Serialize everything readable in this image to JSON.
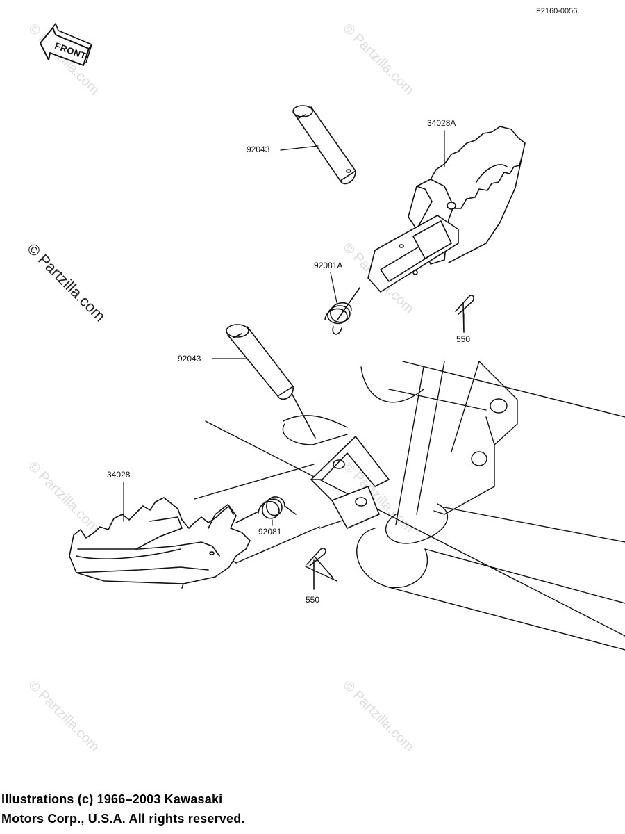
{
  "diagram_ref": "F2160-0056",
  "front_label": "FRONT",
  "watermark": "© Partzilla.com",
  "callouts": {
    "pin_upper": "92043",
    "footpeg_right": "34028A",
    "spring_right": "92081A",
    "cotter_right": "550",
    "pin_lower": "92043",
    "footpeg_left": "34028",
    "spring_left": "92081",
    "cotter_left": "550"
  },
  "footer": {
    "line1": "Illustrations (c) 1966–2003 Kawasaki",
    "line2": "Motors Corp., U.S.A.  All rights reserved."
  }
}
